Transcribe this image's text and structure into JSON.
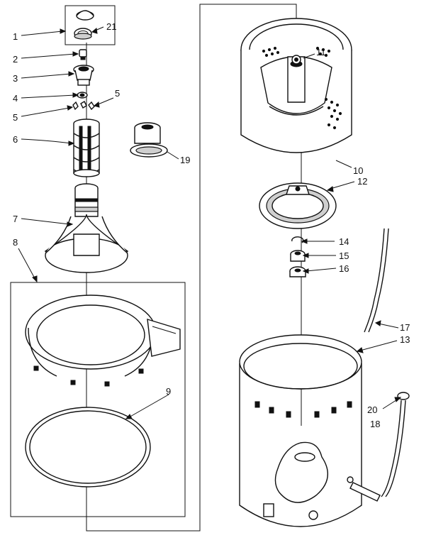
{
  "diagram": {
    "callouts": [
      {
        "id": "c1",
        "label": "1"
      },
      {
        "id": "c21",
        "label": "21"
      },
      {
        "id": "c2",
        "label": "2"
      },
      {
        "id": "c3",
        "label": "3"
      },
      {
        "id": "c4",
        "label": "4"
      },
      {
        "id": "c5a",
        "label": "5"
      },
      {
        "id": "c5b",
        "label": "5"
      },
      {
        "id": "c6",
        "label": "6"
      },
      {
        "id": "c19",
        "label": "19"
      },
      {
        "id": "c7",
        "label": "7"
      },
      {
        "id": "c8",
        "label": "8"
      },
      {
        "id": "c9",
        "label": "9"
      },
      {
        "id": "c11",
        "label": "11"
      },
      {
        "id": "c10",
        "label": "10"
      },
      {
        "id": "c12",
        "label": "12"
      },
      {
        "id": "c14",
        "label": "14"
      },
      {
        "id": "c15",
        "label": "15"
      },
      {
        "id": "c16",
        "label": "16"
      },
      {
        "id": "c17",
        "label": "17"
      },
      {
        "id": "c13",
        "label": "13"
      },
      {
        "id": "c20",
        "label": "20"
      },
      {
        "id": "c18",
        "label": "18"
      }
    ]
  }
}
